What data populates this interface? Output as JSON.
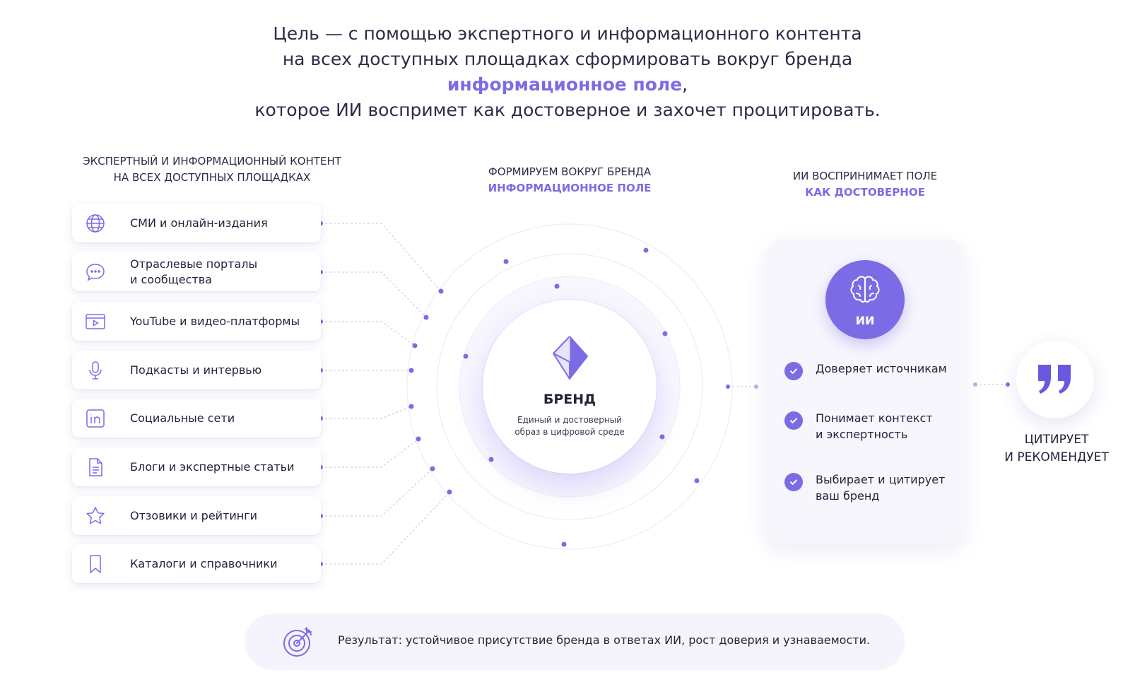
{
  "headline": {
    "line1": "Цель — с помощью экспертного и информационного контента",
    "line2": "на всех доступных площадках сформировать вокруг бренда",
    "accent": "информационное поле",
    "accent_suffix": ",",
    "line4": "которое ИИ воспримет как достоверное и захочет процитировать."
  },
  "left_header": {
    "line1": "ЭКСПЕРТНЫЙ И ИНФОРМАЦИОННЫЙ КОНТЕНТ",
    "line2": "НА ВСЕХ ДОСТУПНЫХ ПЛОЩАДКАХ"
  },
  "center_header": {
    "line1": "ФОРМИРУЕМ ВОКРУГ БРЕНДА",
    "accent": "ИНФОРМАЦИОННОЕ ПОЛЕ"
  },
  "right_header": {
    "line1": "ИИ ВОСПРИНИМАЕТ ПОЛЕ",
    "accent": "КАК ДОСТОВЕРНОЕ"
  },
  "channels": [
    {
      "label": "СМИ и онлайн-издания",
      "icon": "globe-icon"
    },
    {
      "label": "Отраслевые порталы\nи сообщества",
      "icon": "chat-bubble-icon"
    },
    {
      "label": "YouTube и видео-платформы",
      "icon": "video-player-icon"
    },
    {
      "label": "Подкасты и интервью",
      "icon": "microphone-icon"
    },
    {
      "label": "Социальные сети",
      "icon": "linkedin-icon"
    },
    {
      "label": "Блоги и экспертные статьи",
      "icon": "document-icon"
    },
    {
      "label": "Отзовики и рейтинги",
      "icon": "star-icon"
    },
    {
      "label": "Каталоги и справочники",
      "icon": "bookmark-icon"
    }
  ],
  "brand": {
    "name": "БРЕНД",
    "subtitle": "Единый и достоверный\nобраз в цифровой среде"
  },
  "ai": {
    "badge": "ИИ",
    "items": [
      "Доверяет источникам",
      "Понимает контекст\nи экспертность",
      "Выбирает и цитирует\nваш бренд"
    ]
  },
  "cites": "ЦИТИРУЕТ\nИ РЕКОМЕНДУЕТ",
  "result": "Результат: устойчивое присутствие бренда в ответах ИИ, рост доверия и узнаваемости.",
  "colors": {
    "accent": "#7b6ce6",
    "text": "#23233a",
    "card_bg": "#f7f6fd"
  }
}
